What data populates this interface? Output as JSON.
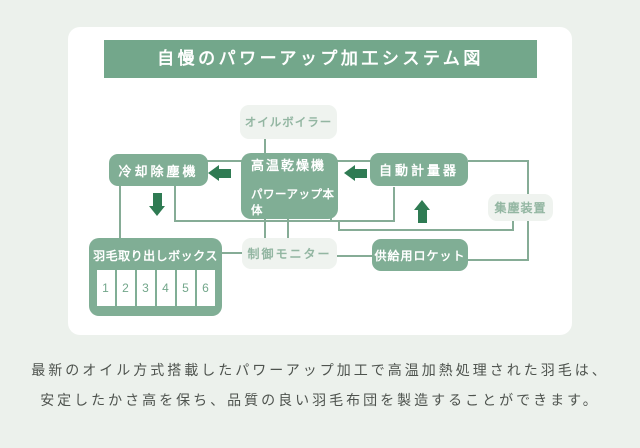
{
  "title": "自慢のパワーアップ加工システム図",
  "nodes": {
    "oil_boiler": {
      "label": "オイルボイラー"
    },
    "cooling_deduster": {
      "label": "冷却除塵機"
    },
    "dryer": {
      "label_line1": "高温乾燥機",
      "label_line2": "パワーアップ本体"
    },
    "auto_meter": {
      "label": "自動計量器"
    },
    "dust_collector": {
      "label": "集塵装置"
    },
    "feather_box": {
      "label": "羽毛取り出しボックス",
      "slots": [
        "1",
        "2",
        "3",
        "4",
        "5",
        "6"
      ]
    },
    "control_monitor": {
      "label": "制御モニター"
    },
    "supply_rocket": {
      "label": "供給用ロケット"
    }
  },
  "description": {
    "line1": "最新のオイル方式搭載したパワーアップ加工で高温加熱処理された羽毛は、",
    "line2": "安定したかさ高を保ち、品質の良い羽毛布団を製造することができます。"
  },
  "colors": {
    "background": "#ecf1ec",
    "card": "#ffffff",
    "banner_green": "#73a78b",
    "node_green": "#80ae95",
    "node_light": "#eff3ef",
    "node_light_text": "#93b6a2",
    "arrow_dark_green": "#2f7b53",
    "connector_green": "#86ac96",
    "description_text": "#4e534e"
  }
}
